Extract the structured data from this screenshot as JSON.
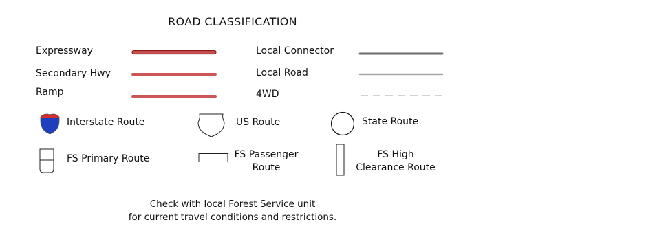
{
  "legend": {
    "title": "ROAD CLASSIFICATION",
    "roads": {
      "expressway": "Expressway",
      "secondary_hwy": "Secondary Hwy",
      "ramp": "Ramp",
      "local_connector": "Local Connector",
      "local_road": "Local Road",
      "four_wd": "4WD"
    },
    "routes": {
      "interstate": "Interstate Route",
      "us": "US Route",
      "state": "State Route",
      "fs_primary": "FS Primary Route",
      "fs_passenger_line1": "FS Passenger",
      "fs_passenger_line2": "Route",
      "fs_high_line1": "FS High",
      "fs_high_line2": "Clearance Route"
    },
    "note_line1": "Check with local Forest Service unit",
    "note_line2": "for current travel conditions and restrictions."
  },
  "colors": {
    "expressway": "#c8514f",
    "expressway_outline": "#8a1c1c",
    "secondary": "#cc5555",
    "local_connector": "#6b6b6b",
    "local_road": "#a8a8a8",
    "four_wd": "#c4c4c4",
    "interstate_red": "#d42c2c",
    "interstate_blue": "#1f3fbf"
  }
}
